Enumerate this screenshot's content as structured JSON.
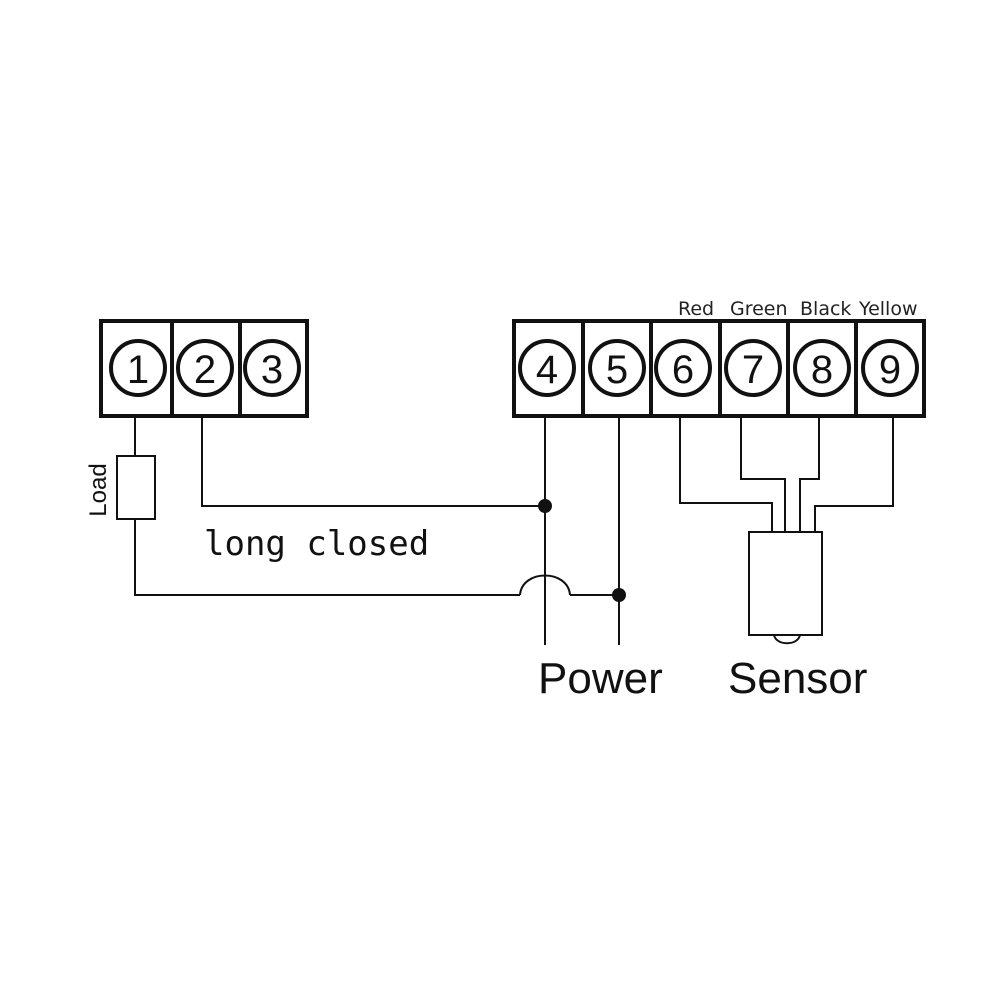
{
  "terminals_left": [
    "1",
    "2",
    "3"
  ],
  "terminals_right": [
    "4",
    "5",
    "6",
    "7",
    "8",
    "9"
  ],
  "wire_colors": [
    "Red",
    "Green",
    "Black",
    "Yellow"
  ],
  "load_label": "Load",
  "contact_label": "long closed",
  "power_label": "Power",
  "sensor_label": "Sensor"
}
